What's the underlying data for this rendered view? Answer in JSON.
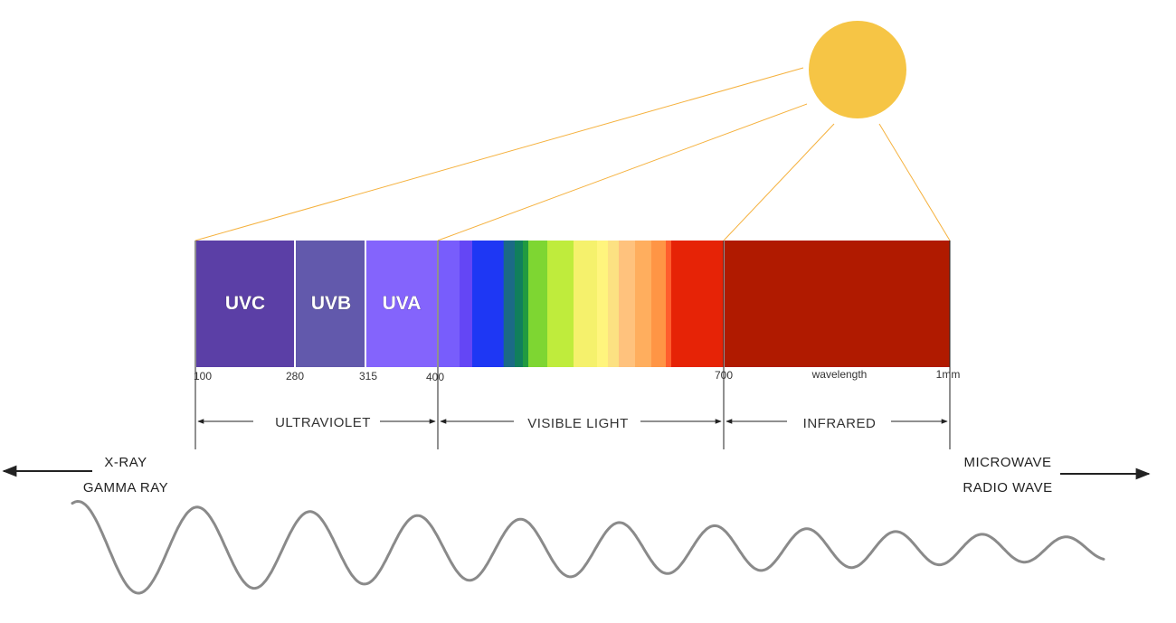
{
  "sun": {
    "color": "#f6c545",
    "ray_color": "#f5b13d"
  },
  "bands": [
    {
      "id": "uvc",
      "label": "UVC",
      "color": "#5b3fa6"
    },
    {
      "id": "uvb",
      "label": "UVB",
      "color": "#6259ac"
    },
    {
      "id": "uva",
      "label": "UVA",
      "color": "#8464fc"
    }
  ],
  "visible_stripes": [
    "#785dfc",
    "#6446f5",
    "#1e37f4",
    "#1848d6",
    "#1b6a86",
    "#107f5c",
    "#219a40",
    "#7ed632",
    "#bfec3c",
    "#f5f16c",
    "#fff57d",
    "#fce182",
    "#ffc27d",
    "#ffae5e",
    "#ff9545",
    "#ff5d2d",
    "#e62306"
  ],
  "infrared_color": "#b01a00",
  "ticks": [
    {
      "label": "100"
    },
    {
      "label": "280"
    },
    {
      "label": "315"
    },
    {
      "label": "400"
    },
    {
      "label": "700"
    },
    {
      "label": "1mm"
    }
  ],
  "wavelength_label": "wavelength",
  "regions": [
    {
      "label": "ULTRAVIOLET"
    },
    {
      "label": "VISIBLE LIGHT"
    },
    {
      "label": "INFRARED"
    }
  ],
  "left_labels": {
    "line1": "X-RAY",
    "line2": "GAMMA RAY"
  },
  "right_labels": {
    "line1": "MICROWAVE",
    "line2": "RADIO WAVE"
  },
  "wave_color": "#8a8a8a"
}
